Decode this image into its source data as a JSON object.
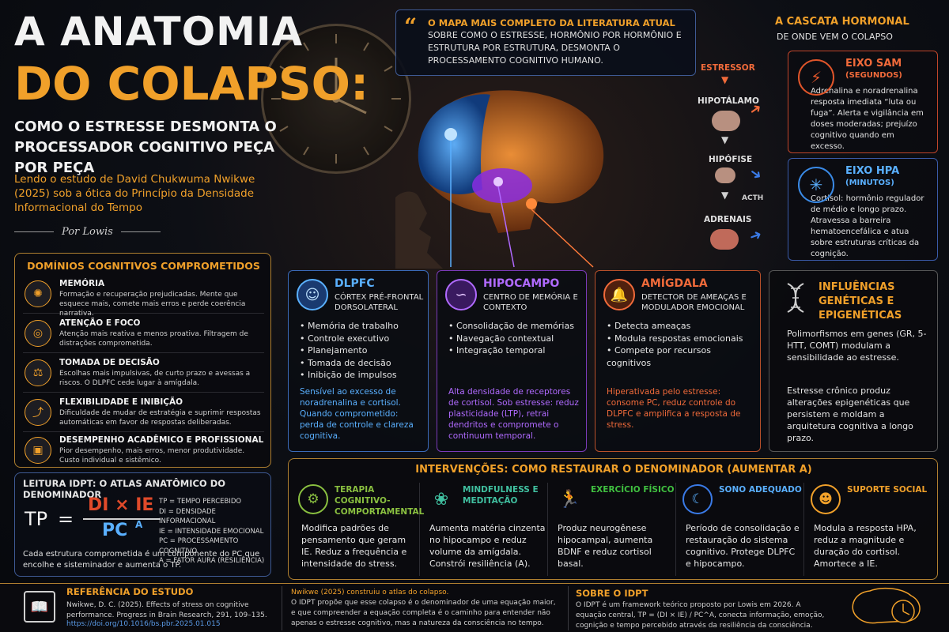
{
  "header": {
    "title_line1": "A ANATOMIA",
    "title_line2": "DO COLAPSO:",
    "subtitle": "COMO O ESTRESSE DESMONTA O PROCESSADOR COGNITIVO PEÇA POR PEÇA",
    "reading": "Lendo o estudo de David Chukwuma Nwikwe (2025) sob a ótica do Princípio da Densidade Informacional do Tempo",
    "byline": "Por Lowis"
  },
  "quote": {
    "highlight": "O MAPA MAIS COMPLETO DA LITERATURA ATUAL",
    "text": [
      "SOBRE COMO O ESTRESSE, HORMÔNIO POR HORMÔNIO E",
      "ESTRUTURA POR ESTRUTURA, DESMONTA O",
      "PROCESSAMENTO COGNITIVO HUMANO."
    ]
  },
  "cascade": {
    "title": "A CASCATA HORMONAL",
    "subtitle": "DE ONDE VEM O COLAPSO",
    "stressor": "ESTRESSOR",
    "hypothalamus": "HIPOTÁLAMO",
    "pituitary": "HIPÓFISE",
    "acth": "ACTH",
    "adrenals": "ADRENAIS",
    "sam": {
      "title": "EIXO SAM",
      "time": "(SEGUNDOS)",
      "desc": "Adrenalina e noradrenalina resposta imediata “luta ou fuga”. Alerta e vigilância em doses moderadas; prejuízo cognitivo quando em excesso."
    },
    "hpa": {
      "title": "EIXO HPA",
      "time": "(MINUTOS)",
      "desc": "Cortisol: hormônio regulador de médio e longo prazo. Atravessa a barreira hematoencefálica e atua sobre estruturas críticas da cognição."
    }
  },
  "regions": {
    "dlpfc": {
      "title": "DLPFC",
      "sub": "CÓRTEX PRÉ-FRONTAL DORSOLATERAL",
      "items": [
        "Memória de trabalho",
        "Controle executivo",
        "Planejamento",
        "Tomada de decisão",
        "Inibição de impulsos"
      ],
      "note": "Sensível ao excesso de noradrenalina e cortisol. Quando comprometido: perda de controle e clareza cognitiva."
    },
    "hippo": {
      "title": "HIPOCAMPO",
      "sub": "CENTRO DE MEMÓRIA E CONTEXTO",
      "items": [
        "Consolidação de memórias",
        "Navegação contextual",
        "Integração temporal"
      ],
      "note": "Alta densidade de receptores de cortisol. Sob estresse: reduz plasticidade (LTP), retrai dendritos e compromete o continuum temporal."
    },
    "amyg": {
      "title": "AMÍGDALA",
      "sub": "DETECTOR DE AMEAÇAS E MODULADOR EMOCIONAL",
      "items": [
        "Detecta ameaças",
        "Modula respostas emocionais",
        "Compete por recursos cognitivos"
      ],
      "note": "Hiperativada pelo estresse: consome PC, reduz controle do DLPFC e amplifica a resposta de stress."
    }
  },
  "genetics": {
    "title": "INFLUÊNCIAS GENÉTICAS E EPIGENÉTICAS",
    "p1": "Polimorfismos em genes (GR, 5-HTT, COMT) modulam a sensibilidade ao estresse.",
    "p2": "Estresse crônico produz alterações epigenéticas que persistem e moldam a arquitetura cognitiva a longo prazo."
  },
  "domains": {
    "title": "DOMÍNIOS COGNITIVOS COMPROMETIDOS",
    "items": [
      {
        "name": "MEMÓRIA",
        "desc": "Formação e recuperação prejudicadas. Mente que esquece mais, comete mais erros e perde coerência narrativa."
      },
      {
        "name": "ATENÇÃO E FOCO",
        "desc": "Atenção mais reativa e menos proativa. Filtragem de distrações comprometida."
      },
      {
        "name": "TOMADA DE DECISÃO",
        "desc": "Escolhas mais impulsivas, de curto prazo e avessas a riscos. O DLPFC cede lugar à amígdala."
      },
      {
        "name": "FLEXIBILIDADE E INIBIÇÃO",
        "desc": "Dificuldade de mudar de estratégia e suprimir respostas automáticas em favor de respostas deliberadas."
      },
      {
        "name": "DESEMPENHO ACADÊMICO E PROFISSIONAL",
        "desc": "Pior desempenho, mais erros, menor produtividade. Custo individual e sistêmico."
      }
    ]
  },
  "idpt": {
    "title": "LEITURA IDPT: O ATLAS ANATÔMICO DO DENOMINADOR",
    "tp": "TP",
    "eq": "=",
    "num": "DI × IE",
    "den": "PC",
    "exp": "A",
    "legend": [
      "TP = TEMPO PERCEBIDO",
      "DI = DENSIDADE INFORMACIONAL",
      "IE = INTENSIDADE EMOCIONAL",
      "PC = PROCESSAMENTO COGNITIVO",
      "A = FATOR AURA (RESILIÊNCIA)"
    ],
    "foot": "Cada estrutura comprometida é um componente do PC que encolhe e sisteminador e aumenta o TP."
  },
  "interventions": {
    "title": "INTERVENÇÕES: COMO RESTAURAR O DENOMINADOR (AUMENTAR A)",
    "items": [
      {
        "name": "TERAPIA COGNITIVO-COMPORTAMENTAL",
        "desc": "Modifica padrões de pensamento que geram IE. Reduz a frequência e intensidade do stress."
      },
      {
        "name": "MINDFULNESS E MEDITAÇÃO",
        "desc": "Aumenta matéria cinzenta no hipocampo e reduz volume da amígdala. Constrói resiliência (A)."
      },
      {
        "name": "EXERCÍCIO FÍSICO",
        "desc": "Produz neurogênese hipocampal, aumenta BDNF e reduz cortisol basal."
      },
      {
        "name": "SONO ADEQUADO",
        "desc": "Período de consolidação e restauração do sistema cognitivo. Protege DLPFC e hipocampo."
      },
      {
        "name": "SUPORTE SOCIAL",
        "desc": "Modula a resposta HPA, reduz a magnitude e duração do cortisol. Amortece a IE."
      }
    ]
  },
  "footer": {
    "ref_title": "REFERÊNCIA DO ESTUDO",
    "ref_text": "Nwikwe, D. C. (2025). Effects of stress on cognitive performance. Progress in Brain Research, 291, 109–135.",
    "ref_link": "https://doi.org/10.1016/bs.pbr.2025.01.015",
    "mid_hl": "Nwikwe (2025) construiu o atlas do colapso.",
    "mid_text": "O IDPT propõe que esse colapso é o denominador de uma equação maior, e que compreender a equação completa é o caminho para entender não apenas o estresse cognitivo, mas a natureza da consciência no tempo.",
    "about_title": "SOBRE O IDPT",
    "about_text": "O IDPT é um framework teórico proposto por Lowis em 2026. A equação central, TP = (DI × IE) / PC^A, conecta informação, emoção, cognição e tempo percebido através da resiliência da consciência."
  }
}
